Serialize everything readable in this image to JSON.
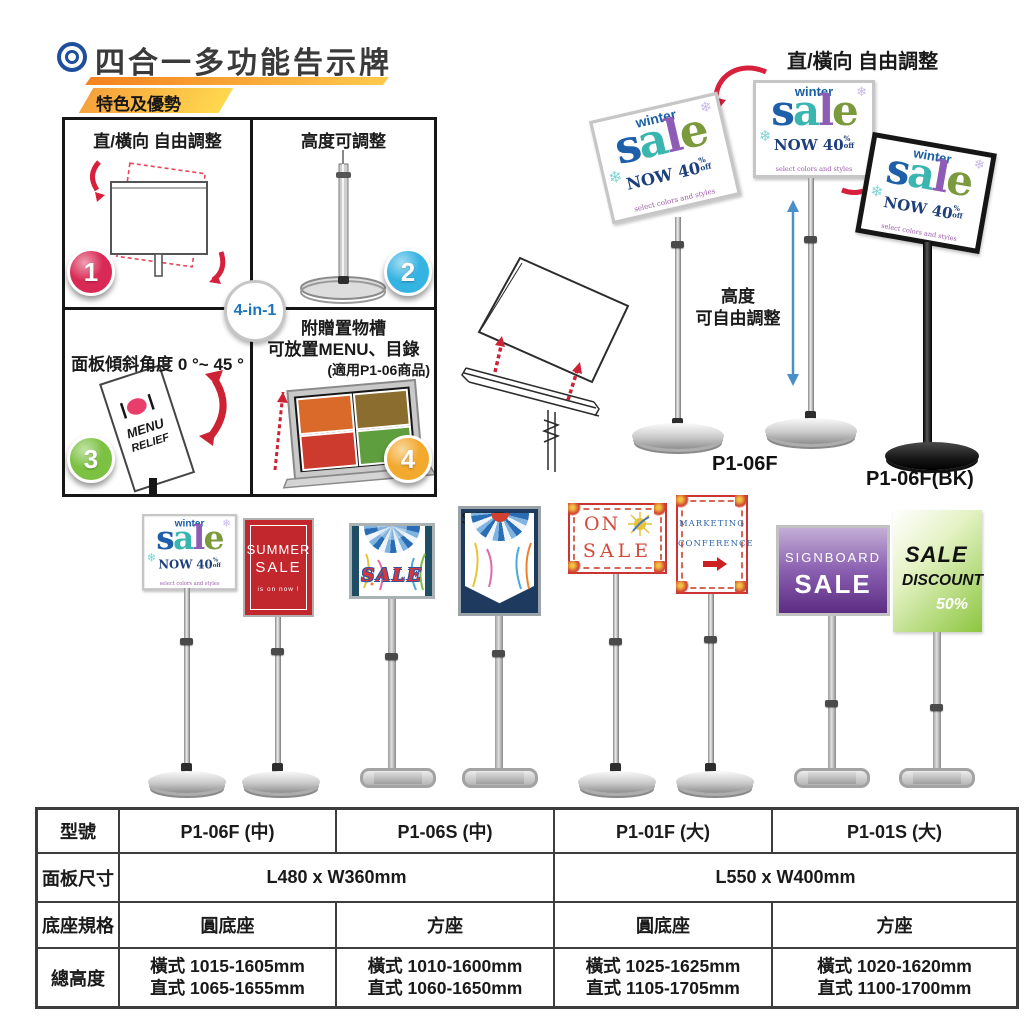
{
  "header": {
    "title": "四合一多功能告示牌",
    "features_tag": "特色及優勢",
    "badge_4in1": "4-in-1"
  },
  "features": {
    "f1": {
      "num": "1",
      "label": "直/橫向 自由調整"
    },
    "f2": {
      "num": "2",
      "label": "高度可調整"
    },
    "f3": {
      "num": "3",
      "label": "面板傾斜角度 0 °~ 45 °"
    },
    "f4": {
      "num": "4",
      "label_line1": "附贈置物槽",
      "label_line2": "可放置MENU、目錄",
      "note": "(適用P1-06商品)"
    }
  },
  "menu_board": {
    "line1": "MENU",
    "line2": "RELIEF"
  },
  "display": {
    "orient_label": "直/橫向 自由調整",
    "height_line1": "高度",
    "height_line2": "可自由調整",
    "model_silver": "P1-06F",
    "model_black": "P1-06F(BK)"
  },
  "winter_sign": {
    "word1": "winter",
    "s": "s",
    "a": "a",
    "l": "l",
    "e": "e",
    "now": "NOW 40",
    "pct": "%",
    "off": "off",
    "tagline": "select colors and styles",
    "snowflake": "❄"
  },
  "signs": {
    "summer": {
      "line1": "SUMMER",
      "line2": "SALE",
      "line3": "is on now !"
    },
    "banner_sale": "SALE",
    "on_sale": {
      "word1": "ON",
      "word2": "SALE"
    },
    "marketing": {
      "line1": "MARKETING",
      "line2": "CONFERENCE"
    },
    "signboard": {
      "line1": "SIGNBOARD",
      "line2": "SALE"
    },
    "discount": {
      "line1": "SALE",
      "line2": "DISCOUNT",
      "line3": "50%"
    }
  },
  "spec_table": {
    "row_labels": [
      "型號",
      "面板尺寸",
      "底座規格",
      "總高度"
    ],
    "models": [
      "P1-06F (中)",
      "P1-06S (中)",
      "P1-01F (大)",
      "P1-01S (大)"
    ],
    "panel_sizes": [
      "L480 x W360mm",
      "L550 x W400mm"
    ],
    "base_types": [
      "圓底座",
      "方座",
      "圓底座",
      "方座"
    ],
    "heights": [
      {
        "h": "橫式 1015-1605mm",
        "v": "直式 1065-1655mm"
      },
      {
        "h": "橫式 1010-1600mm",
        "v": "直式 1060-1650mm"
      },
      {
        "h": "橫式 1025-1625mm",
        "v": "直式 1105-1705mm"
      },
      {
        "h": "橫式 1020-1620mm",
        "v": "直式 1100-1700mm"
      }
    ]
  }
}
